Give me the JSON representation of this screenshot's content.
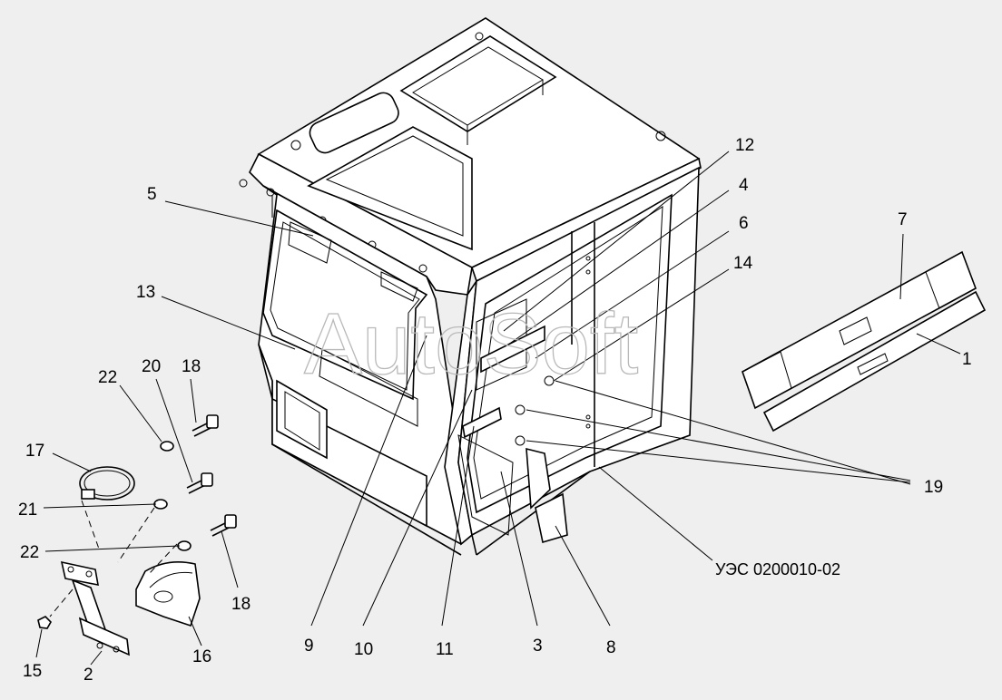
{
  "watermark": "AutoSoft",
  "drawing_code": "УЭС 0200010-02",
  "callouts": {
    "c1": "1",
    "c2": "2",
    "c3": "3",
    "c4": "4",
    "c5": "5",
    "c6": "6",
    "c7": "7",
    "c8": "8",
    "c9": "9",
    "c10": "10",
    "c11": "11",
    "c12": "12",
    "c13": "13",
    "c14": "14",
    "c15": "15",
    "c16": "16",
    "c17": "17",
    "c18a": "18",
    "c18b": "18",
    "c19": "19",
    "c20": "20",
    "c21": "21",
    "c22a": "22",
    "c22b": "22"
  },
  "colors": {
    "background": "#efefef",
    "line": "#000000",
    "watermark": "#b9b9b9",
    "hatch": "#8a8a8a"
  }
}
